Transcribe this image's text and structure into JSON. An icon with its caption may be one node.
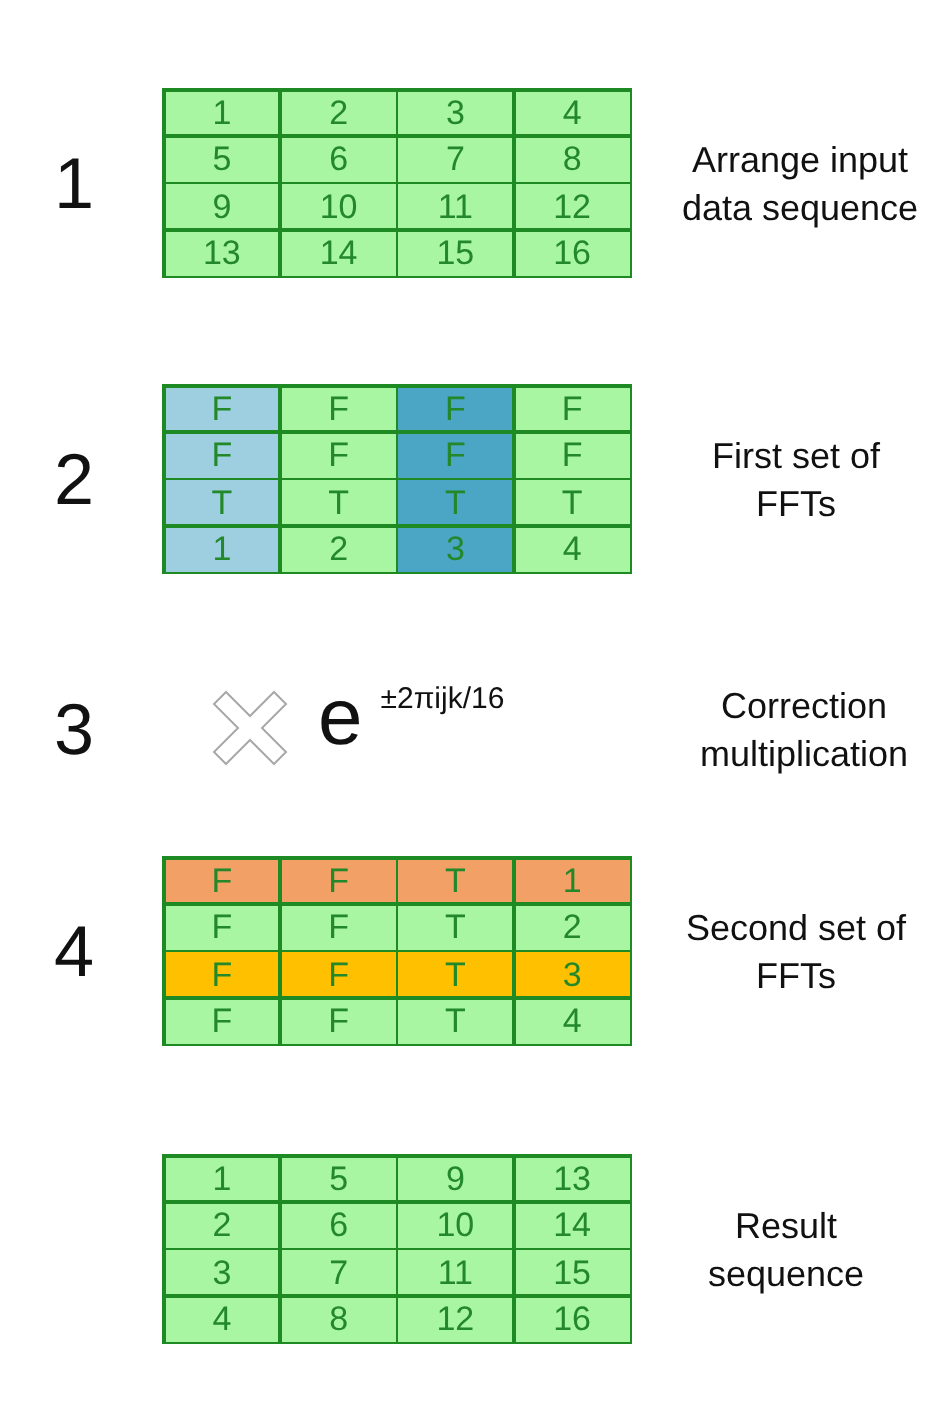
{
  "diagram": {
    "labels": [
      "1",
      "1",
      "2",
      "3",
      "4",
      "5",
      "6",
      "7",
      "8",
      "9",
      "10",
      "11",
      "12",
      "13",
      "14",
      "15",
      "16",
      "Arrange input data sequence",
      "2",
      "F",
      "F",
      "F",
      "F",
      "F",
      "F",
      "F",
      "F",
      "T",
      "T",
      "T",
      "T",
      "1",
      "2",
      "3",
      "4",
      "First set of FFTs",
      "3",
      "e$^{±2πijk/16}$",
      "Correction multiplication",
      "4",
      "F",
      "F",
      "T",
      "1",
      "F",
      "F",
      "T",
      "2",
      "F",
      "F",
      "T",
      "3",
      "F",
      "F",
      "T",
      "4",
      "Second set of FFTs",
      "1",
      "5",
      "9",
      "13",
      "2",
      "6",
      "10",
      "14",
      "3",
      "7",
      "11",
      "15",
      "4",
      "8",
      "12",
      "16",
      "Result sequence"
    ]
  }
}
